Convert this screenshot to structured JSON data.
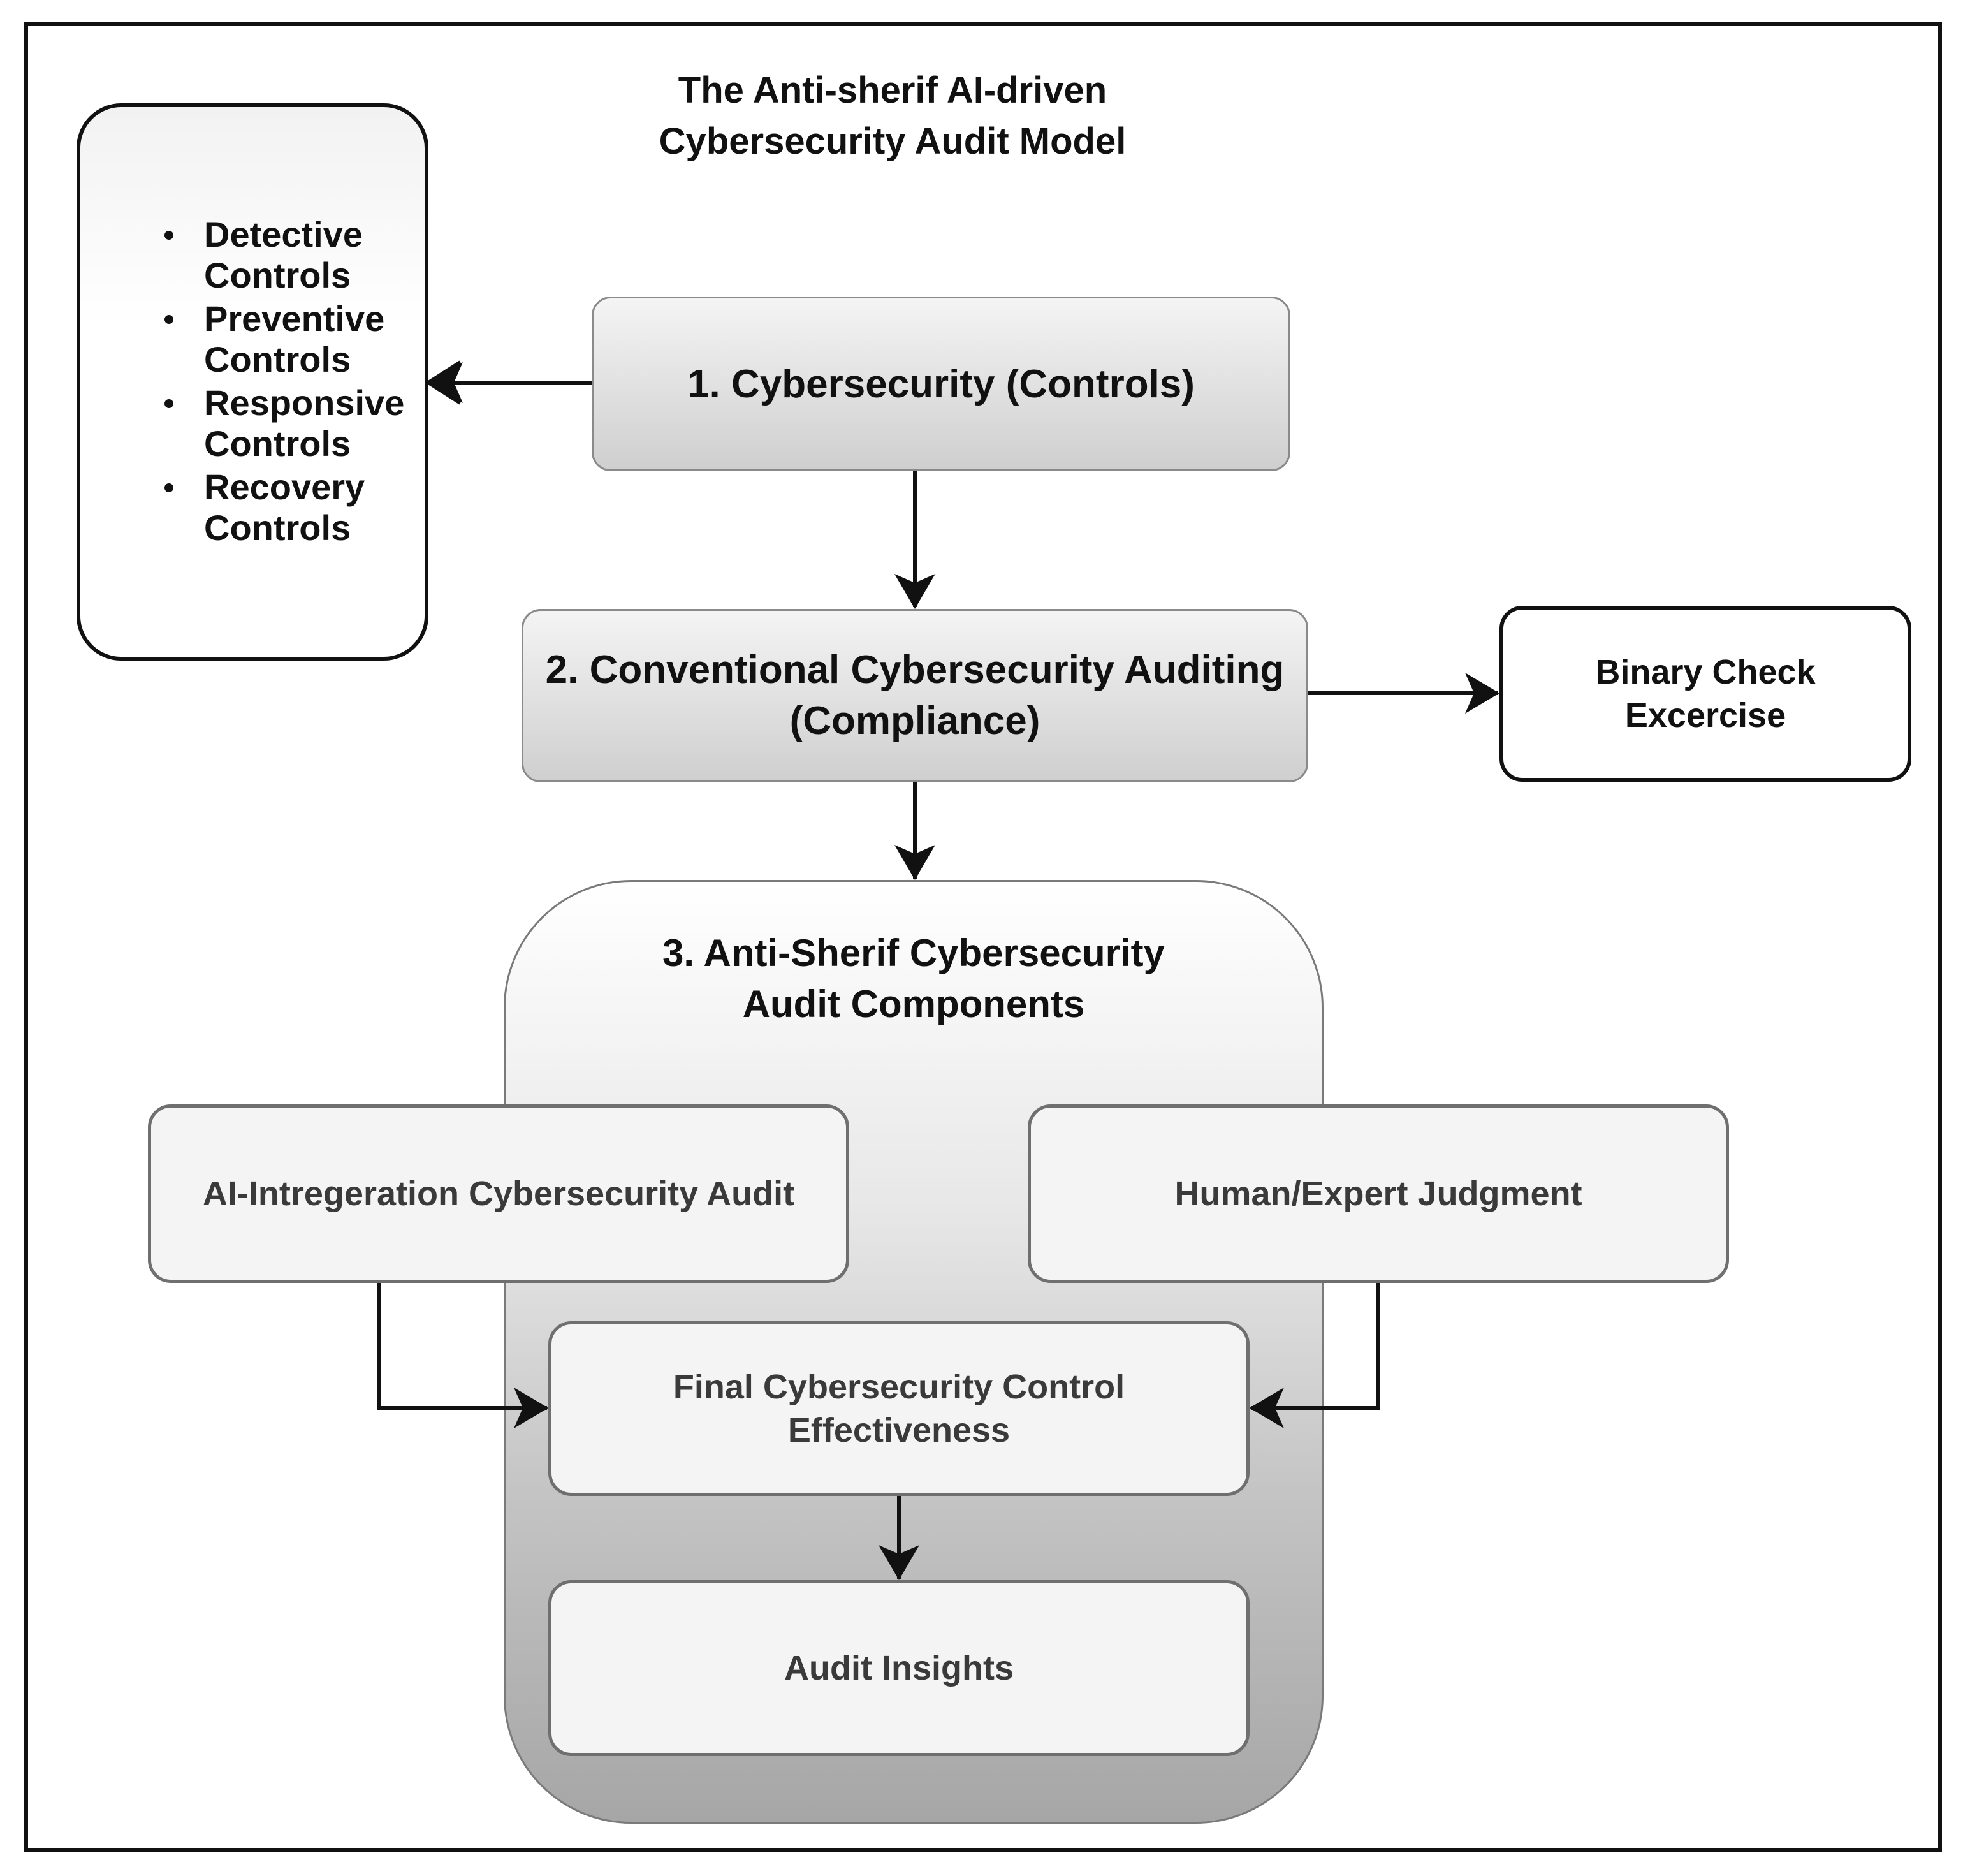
{
  "title": {
    "line1": "The Anti-sherif AI-driven",
    "line2": "Cybersecurity Audit Model"
  },
  "controls_list": [
    {
      "line1": "Detective",
      "line2": "Controls"
    },
    {
      "line1": "Preventive",
      "line2": "Controls"
    },
    {
      "line1": "Responsive",
      "line2": "Controls"
    },
    {
      "line1": "Recovery",
      "line2": "Controls"
    }
  ],
  "step1": {
    "label": "1. Cybersecurity (Controls)"
  },
  "step2": {
    "line1": "2. Conventional Cybersecurity Auditing",
    "line2": "(Compliance)"
  },
  "binary_check": {
    "line1": "Binary Check",
    "line2": "Excercise"
  },
  "step3": {
    "line1": "3. Anti-Sherif Cybersecurity",
    "line2": "Audit Components",
    "ai_box": "AI-Intregeration Cybersecurity Audit",
    "human_box": "Human/Expert Judgment",
    "final_box": {
      "line1": "Final Cybersecurity Control",
      "line2": "Effectiveness"
    },
    "insights_box": "Audit Insights"
  }
}
